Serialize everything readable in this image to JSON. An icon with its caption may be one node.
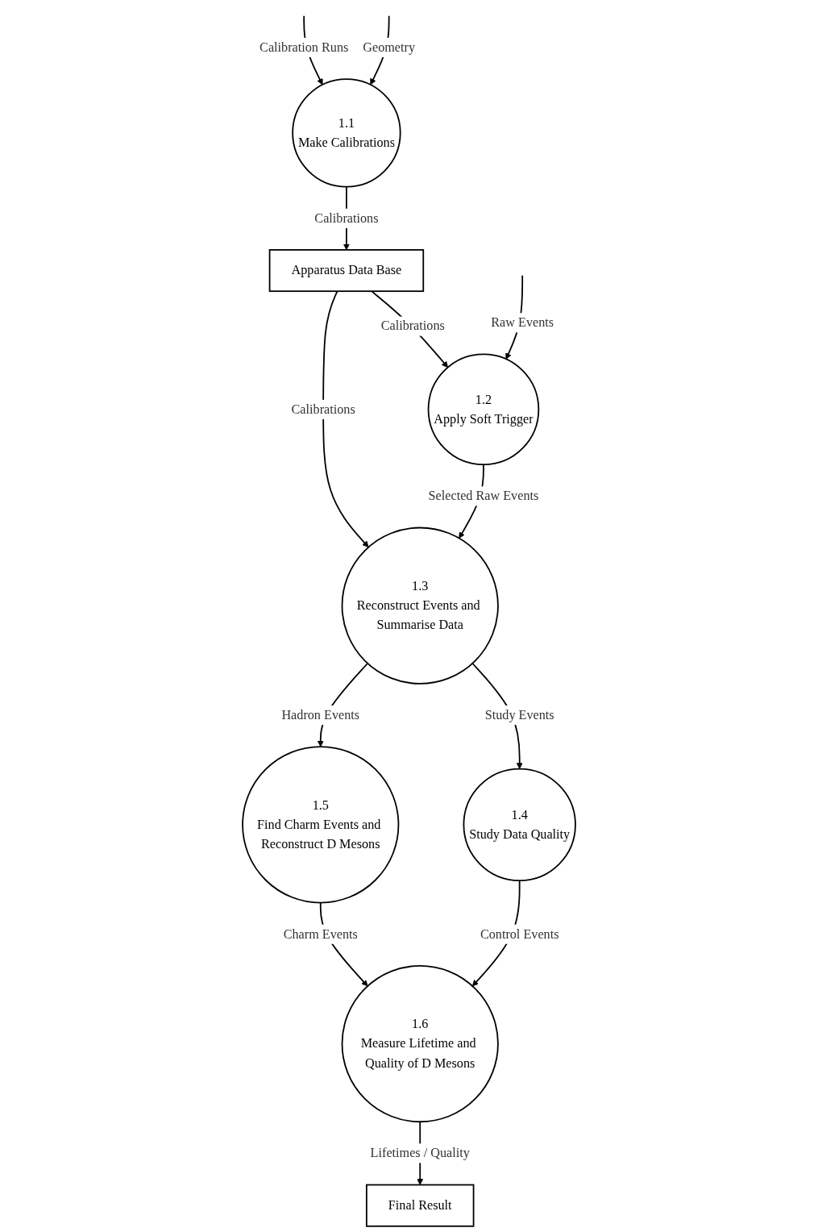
{
  "diagram": {
    "nodes": [
      {
        "text": [
          "1.1",
          "Make Calibrations"
        ]
      },
      {
        "text": [
          "Apparatus Data Base"
        ]
      },
      {
        "text": [
          "1.2",
          "Apply Soft Trigger"
        ]
      },
      {
        "text": [
          "1.3",
          "Reconstruct Events and Summarise Data"
        ]
      },
      {
        "text": [
          "1.4",
          "Study Data Quality"
        ]
      },
      {
        "text": [
          "1.5",
          "Find Charm Events and Reconstruct D Mesons"
        ]
      },
      {
        "text": [
          "1.6",
          "Measure Lifetime and Quality of D Mesons"
        ]
      },
      {
        "text": [
          "Final Result"
        ]
      }
    ],
    "edges": [
      {
        "from": null,
        "to": 0,
        "arrow": "to",
        "label": "Geometry"
      },
      {
        "from": null,
        "to": 0,
        "arrow": "to",
        "label": "Calibration Runs"
      },
      {
        "from": 0,
        "to": 1,
        "arrow": "to",
        "label": "Calibrations"
      },
      {
        "from": 1,
        "to": 2,
        "arrow": "to",
        "label": "Calibrations"
      },
      {
        "from": null,
        "to": 2,
        "arrow": "to",
        "label": "Raw Events"
      },
      {
        "from": 2,
        "to": 3,
        "arrow": "to",
        "label": "Selected Raw Events"
      },
      {
        "from": 1,
        "to": 3,
        "arrow": "to",
        "label": "Calibrations"
      },
      {
        "from": 3,
        "to": 4,
        "arrow": "to",
        "label": "Study Events"
      },
      {
        "from": 3,
        "to": 5,
        "arrow": "to",
        "label": "Hadron Events"
      },
      {
        "from": 4,
        "to": 6,
        "arrow": "to",
        "label": "Control Events"
      },
      {
        "from": 5,
        "to": 6,
        "arrow": "to",
        "label": "Charm Events"
      },
      {
        "from": 6,
        "to": 7,
        "arrow": "to",
        "label": "Lifetimes / Quality"
      }
    ]
  }
}
